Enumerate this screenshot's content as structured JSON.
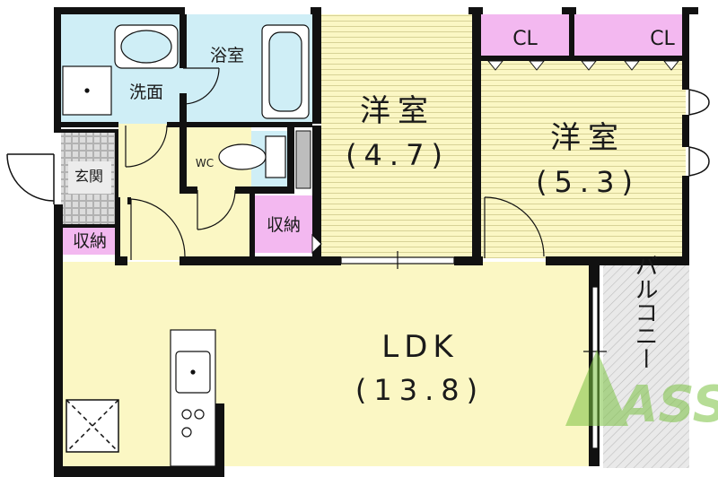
{
  "plan": {
    "bathroom": "浴室",
    "washroom": "洗面",
    "wc": "WC",
    "entrance": "玄関",
    "storage_entrance": "収納",
    "storage_hall": "収納",
    "closet_1": "CL",
    "closet_2": "CL",
    "room_west": {
      "name": "洋室",
      "size": "(4.7)"
    },
    "room_east": {
      "name": "洋室",
      "size": "(5.3)"
    },
    "ldk": {
      "name": "LDK",
      "size": "(13.8)"
    },
    "balcony": "バルコニー",
    "watermark": "ASSIST"
  },
  "colors": {
    "wall": "#111111",
    "room_fill": "#fbf7c4",
    "wet_fill": "#cfeef6",
    "closet_fill": "#f3b8f0",
    "entrance_fill": "#d9d9d9",
    "balcony_fill": "#e6e6e6",
    "watermark": "#7cc242"
  }
}
